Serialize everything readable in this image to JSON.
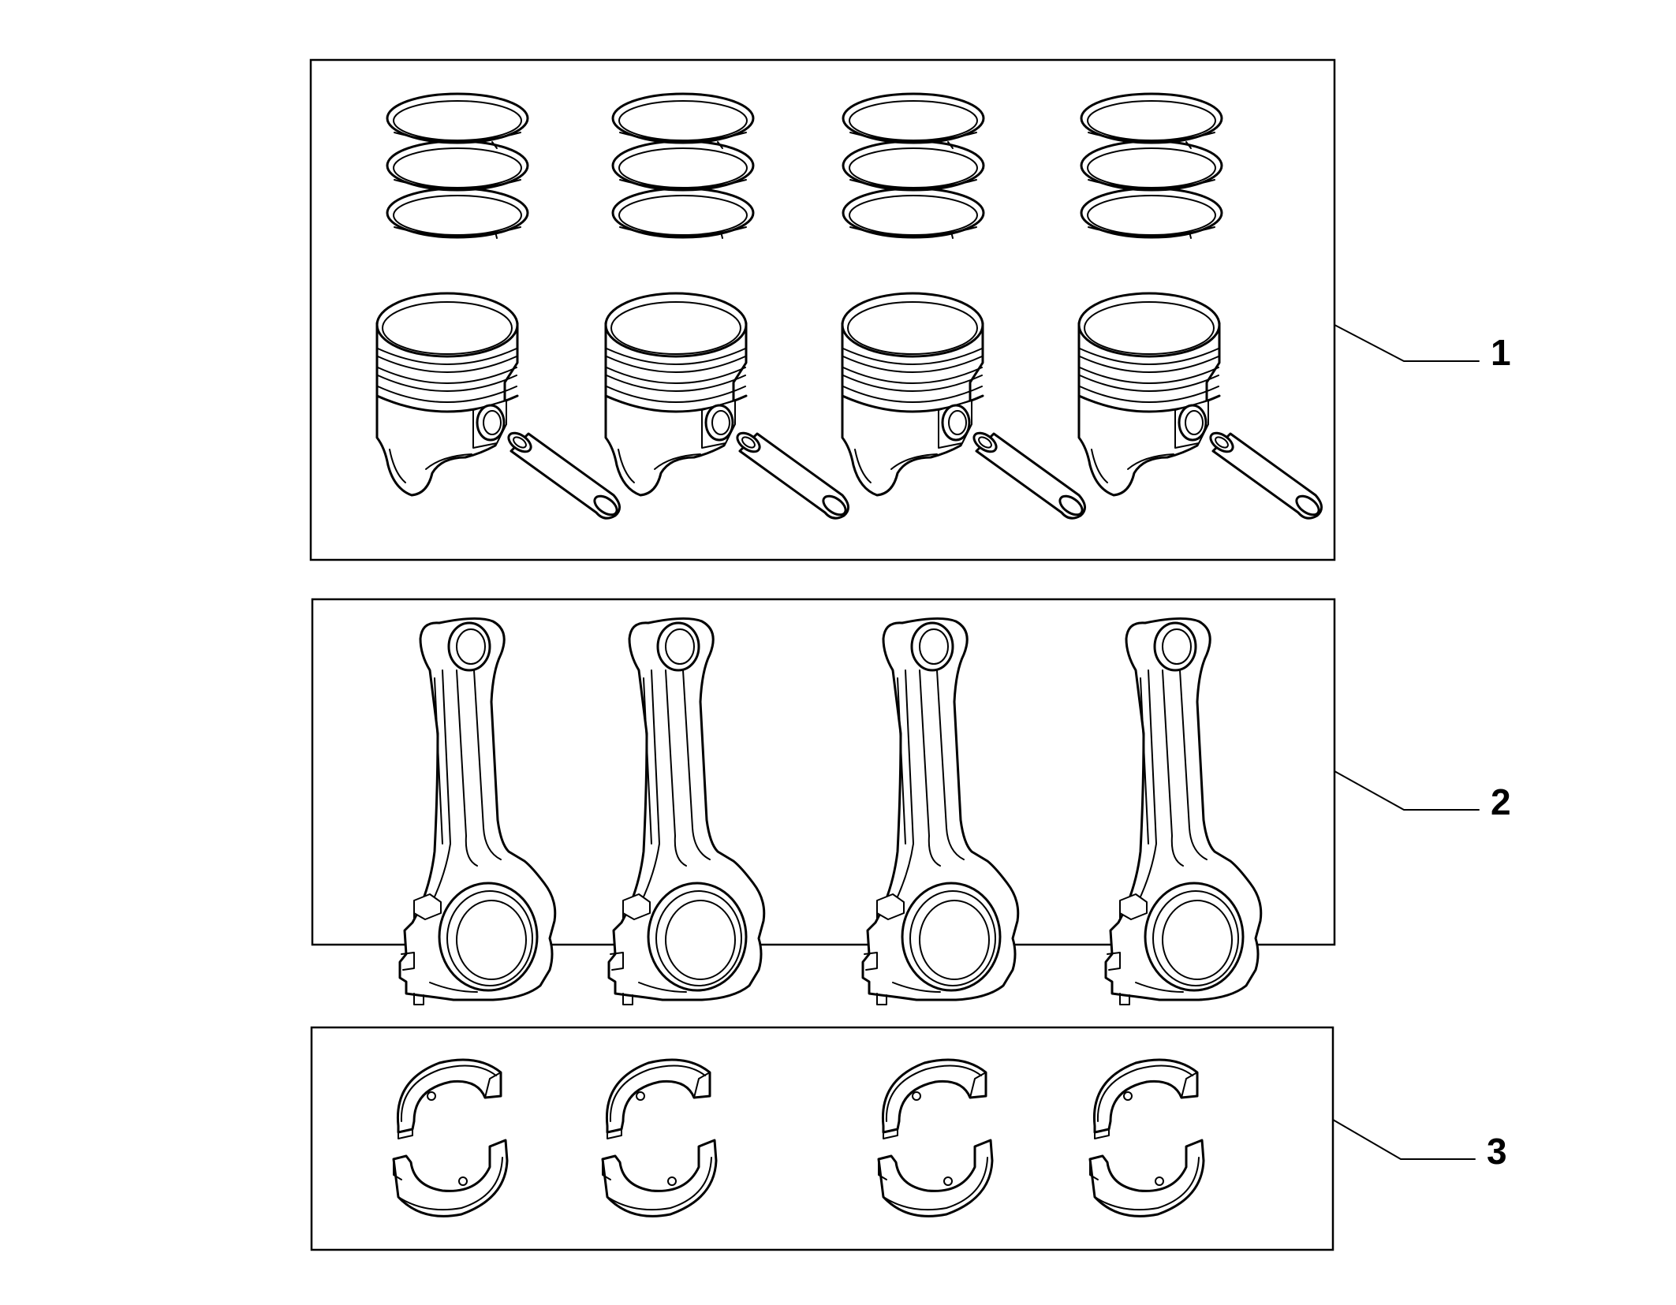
{
  "callouts": [
    {
      "id": "1",
      "label": "1",
      "part": "piston-kit"
    },
    {
      "id": "2",
      "label": "2",
      "part": "connecting-rod"
    },
    {
      "id": "3",
      "label": "3",
      "part": "big-end-bearing-shells"
    }
  ],
  "groups": {
    "piston_kit": {
      "count": 4,
      "contents": [
        "piston-ring-set-icon",
        "piston-icon",
        "piston-pin-icon"
      ]
    },
    "connecting_rods": {
      "count": 4,
      "contents": [
        "connecting-rod-icon"
      ]
    },
    "bearings": {
      "count": 4,
      "contents": [
        "bearing-shell-pair-icon"
      ]
    }
  },
  "colors": {
    "line": "#000000",
    "background": "#ffffff"
  }
}
